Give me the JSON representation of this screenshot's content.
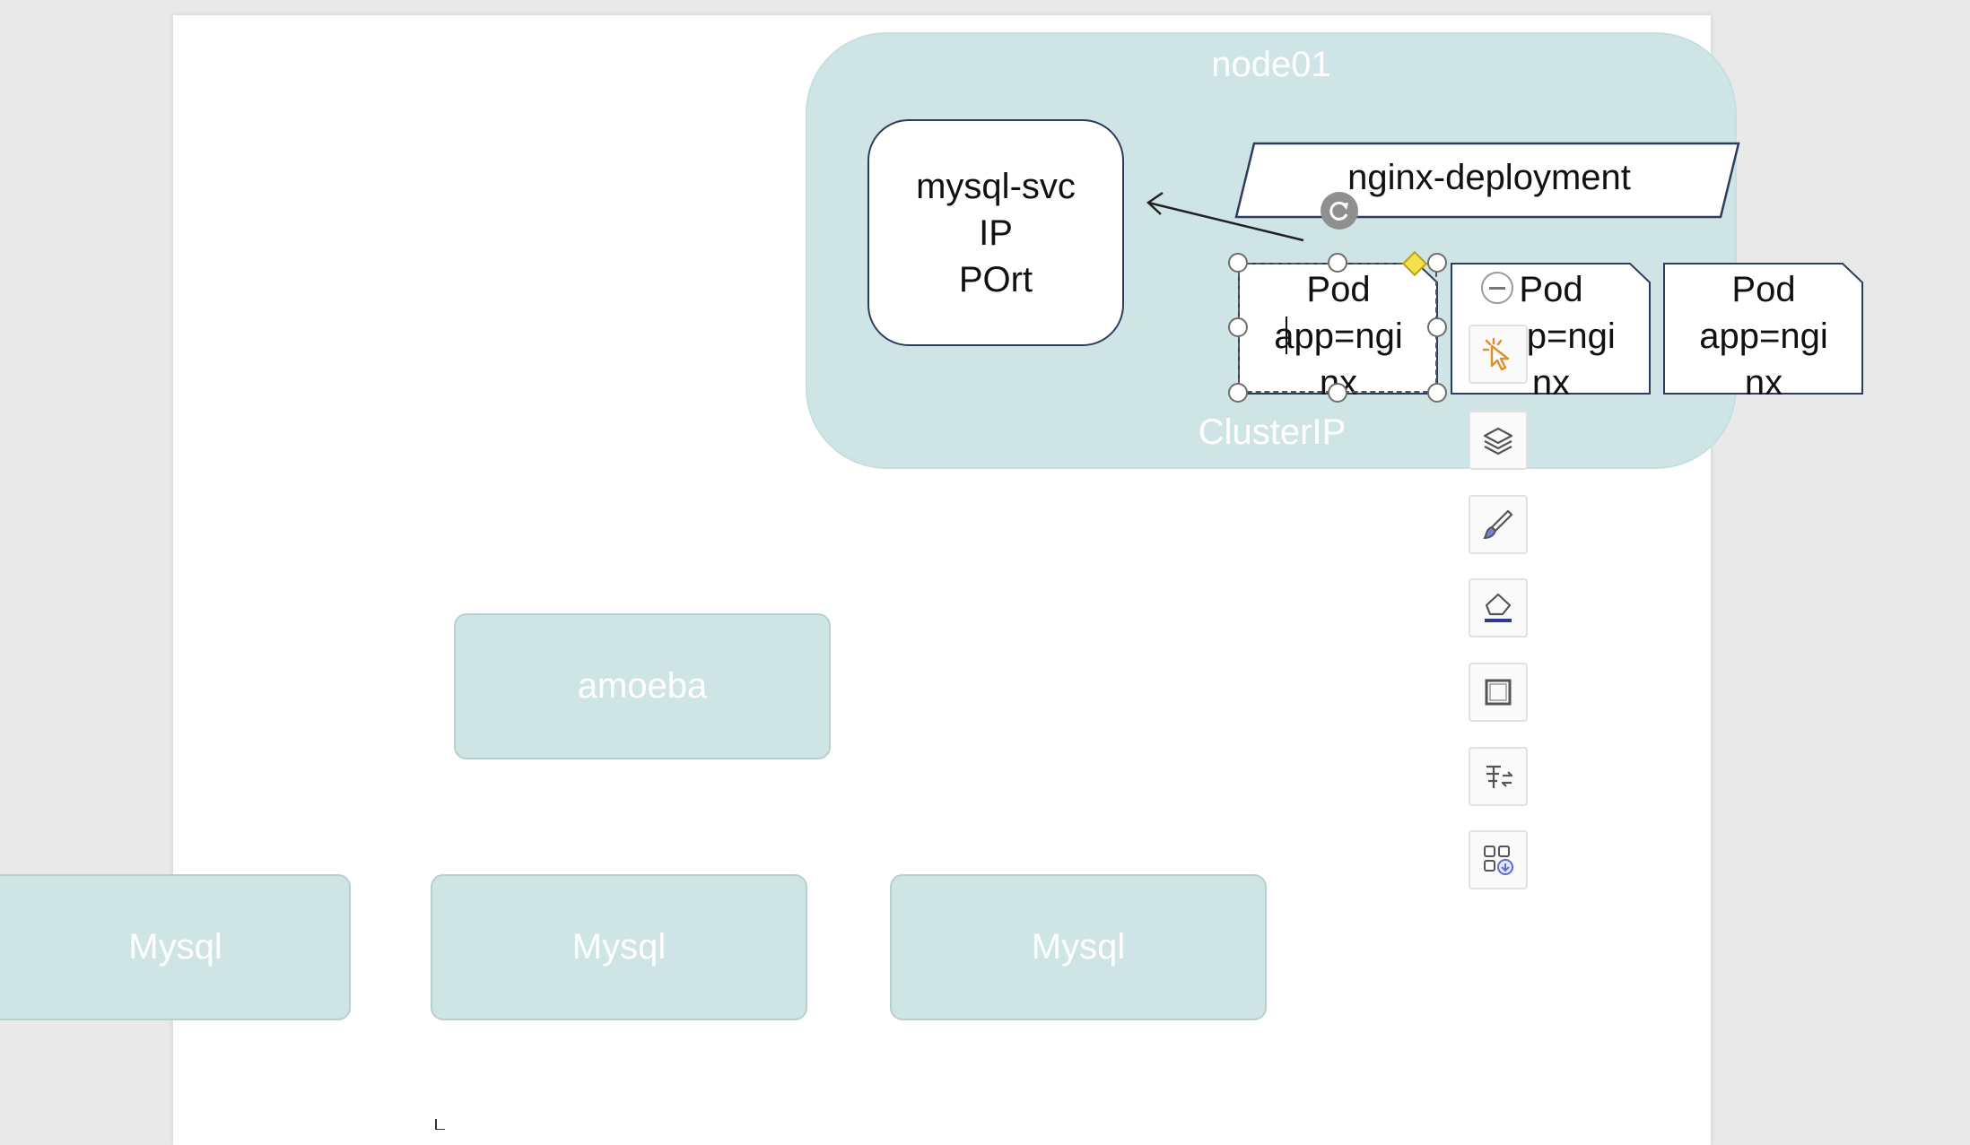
{
  "diagram": {
    "node": {
      "title": "node01",
      "service_type_label": "ClusterIP"
    },
    "service": {
      "lines": [
        "mysql-svc",
        "IP",
        "POrt"
      ]
    },
    "deployment": {
      "label": "nginx-deployment"
    },
    "pods": [
      {
        "lines": [
          "Pod",
          "app=ngi",
          "nx"
        ]
      },
      {
        "lines": [
          "Pod",
          "app=ngi",
          "nx"
        ]
      },
      {
        "lines": [
          "Pod",
          "app=ngi",
          "nx"
        ]
      }
    ],
    "proxy": {
      "label": "amoeba"
    },
    "databases": [
      {
        "label": "Mysql"
      },
      {
        "label": "Mysql"
      },
      {
        "label": "Mysql"
      }
    ]
  },
  "toolbar": {
    "icons": [
      "select-icon",
      "layers-icon",
      "brush-icon",
      "fill-icon",
      "border-icon",
      "text-format-icon",
      "more-shapes-icon"
    ]
  },
  "colors": {
    "container_fill": "#cfe5e5",
    "outline": "#2f3a5f",
    "label_white": "#ffffff",
    "selection_diamond": "#f3e04a"
  }
}
